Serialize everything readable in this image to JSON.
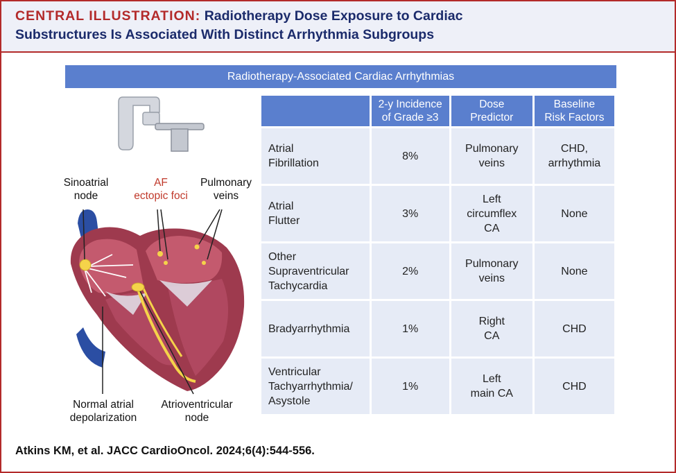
{
  "header": {
    "label": "CENTRAL ILLUSTRATION:",
    "title_line1": "Radiotherapy Dose Exposure to Cardiac",
    "title_line2": "Substructures Is Associated With Distinct Arrhythmia Subgroups"
  },
  "banner": "Radiotherapy-Associated Cardiac Arrhythmias",
  "table": {
    "headers": [
      [],
      [
        "2-y Incidence",
        "of Grade ≥3"
      ],
      [
        "Dose",
        "Predictor"
      ],
      [
        "Baseline",
        "Risk Factors"
      ]
    ],
    "rows": [
      {
        "arrhythmia": [
          "Atrial",
          "Fibrillation"
        ],
        "incidence": "8%",
        "predictor": [
          "Pulmonary",
          "veins"
        ],
        "risk": [
          "CHD,",
          "arrhythmia"
        ]
      },
      {
        "arrhythmia": [
          "Atrial",
          "Flutter"
        ],
        "incidence": "3%",
        "predictor": [
          "Left",
          "circumflex",
          "CA"
        ],
        "risk": [
          "None"
        ]
      },
      {
        "arrhythmia": [
          "Other",
          "Supraventricular",
          "Tachycardia"
        ],
        "incidence": "2%",
        "predictor": [
          "Pulmonary",
          "veins"
        ],
        "risk": [
          "None"
        ]
      },
      {
        "arrhythmia": [
          "Bradyarrhythmia"
        ],
        "incidence": "1%",
        "predictor": [
          "Right",
          "CA"
        ],
        "risk": [
          "CHD"
        ]
      },
      {
        "arrhythmia": [
          "Ventricular",
          "Tachyarrhythmia/",
          "Asystole"
        ],
        "incidence": "1%",
        "predictor": [
          "Left",
          "main CA"
        ],
        "risk": [
          "CHD"
        ]
      }
    ]
  },
  "labels": {
    "sinoatrial": [
      "Sinoatrial",
      "node"
    ],
    "af_foci": [
      "AF",
      "ectopic foci"
    ],
    "pulmonary": [
      "Pulmonary",
      "veins"
    ],
    "normal": [
      "Normal atrial",
      "depolarization"
    ],
    "av": [
      "Atrioventricular",
      "node"
    ]
  },
  "citation": "Atkins KM, et al. JACC CardioOncol. 2024;6(4):544-556.",
  "colors": {
    "accent_red": "#b32a2a",
    "navy": "#1b2b6b",
    "table_blue": "#5a7fce",
    "cell_bg": "#e6ebf6",
    "heart_red": "#9e3a4e",
    "node_yellow": "#f5d34a"
  }
}
